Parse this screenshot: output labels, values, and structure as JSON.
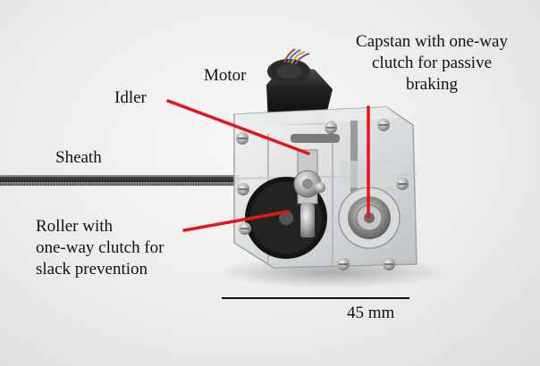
{
  "labels": {
    "motor": "Motor",
    "idler": "Idler",
    "sheath": "Sheath",
    "capstan": "Capstan with one-way\nclutch for passive\nbraking",
    "roller": "Roller with\none-way clutch for\nslack prevention",
    "scale": "45 mm"
  },
  "colors": {
    "arrow": "#e5141b",
    "scale_bar": "#111111",
    "background": "#ececeb"
  }
}
